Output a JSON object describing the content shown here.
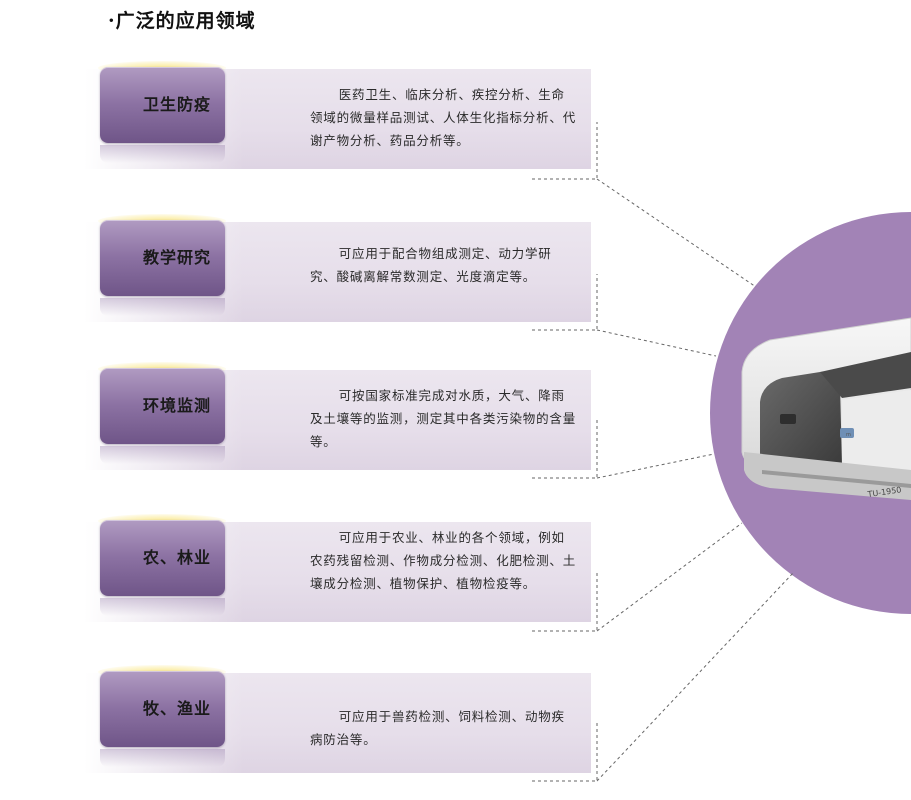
{
  "title": "·广泛的应用领域",
  "rows": [
    {
      "label": "卫生防疫",
      "description": "医药卫生、临床分析、疾控分析、生命领域的微量样品测试、人体生化指标分析、代谢产物分析、药品分析等。"
    },
    {
      "label": "教学研究",
      "description": "可应用于配合物组成测定、动力学研究、酸碱离解常数测定、光度滴定等。"
    },
    {
      "label": "环境监测",
      "description": "可按国家标准完成对水质，大气、降雨及土壤等的监测，测定其中各类污染物的含量等。"
    },
    {
      "label": "农、林业",
      "description": "可应用于农业、林业的各个领域，例如农药残留检测、作物成分检测、化肥检测、土壤成分检测、植物保护、植物检疫等。"
    },
    {
      "label": "牧、渔业",
      "description": "可应用于兽药检测、饲料检测、动物疾病防治等。"
    }
  ],
  "device": {
    "model_label": "TU-1950",
    "circle_color": "#a283b6"
  }
}
